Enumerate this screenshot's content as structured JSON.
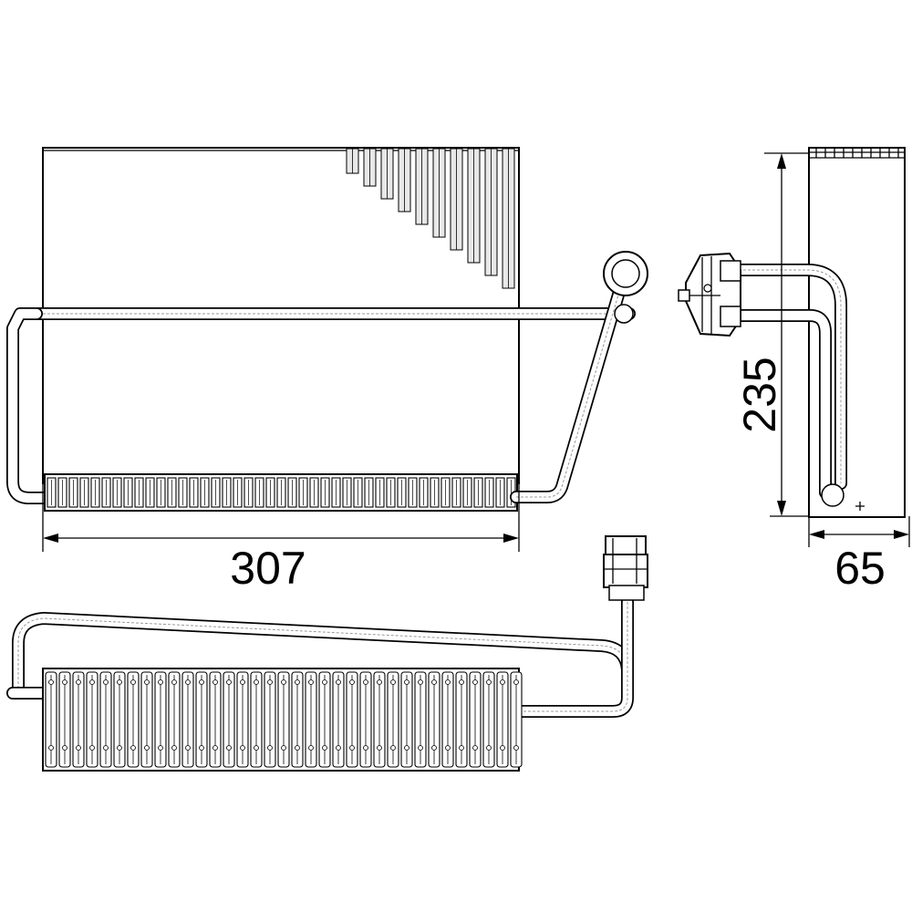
{
  "dimensions": {
    "width": "307",
    "height": "235",
    "depth": "65"
  }
}
